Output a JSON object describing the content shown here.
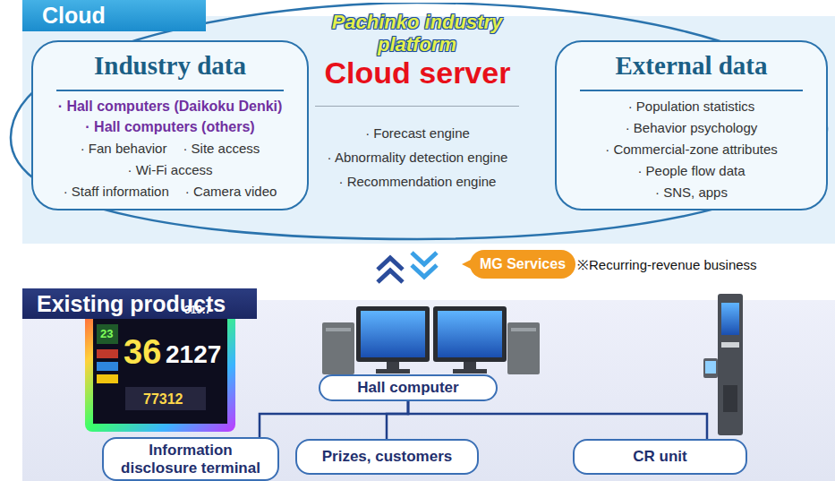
{
  "diagram": {
    "nodes": [
      {
        "text": [
          "Cloud"
        ]
      },
      {
        "text": [
          "Pachinko industry platform",
          "Cloud server",
          "· Forecast engine",
          "· Abnormality detection engine",
          "· Recommendation engine"
        ],
        "in": 0
      },
      {
        "text": [
          "Industry data",
          "· Hall computers (Daikoku Denki)",
          "· Hall computers (others)",
          "· Fan behavior",
          "· Site access",
          "· Wi-Fi access",
          "· Staff information",
          "· Camera video"
        ],
        "in": 1
      },
      {
        "text": [
          "External data",
          "· Population statistics",
          "· Behavior psychology",
          "· Commercial-zone attributes",
          "· People flow data",
          "· SNS, apps"
        ],
        "in": 1
      },
      {
        "text": [
          "MG Services"
        ]
      },
      {
        "text": [
          "Existing products"
        ]
      },
      {
        "text": [
          "Hall computer"
        ],
        "in": 5
      },
      {
        "text": [
          "Information disclosure terminal"
        ],
        "in": 5
      },
      {
        "text": [
          "Prizes, customers"
        ],
        "in": 5
      },
      {
        "text": [
          "CR unit"
        ],
        "in": 5
      }
    ],
    "edges": [
      {
        "from": 6,
        "to": 7,
        "arrow": "none"
      },
      {
        "from": 6,
        "to": 8,
        "arrow": "none"
      },
      {
        "from": 6,
        "to": 9,
        "arrow": "none"
      }
    ],
    "labels": [
      "※Recurring-revenue business",
      "319.7",
      "23",
      "36",
      "2127",
      "77312"
    ]
  }
}
